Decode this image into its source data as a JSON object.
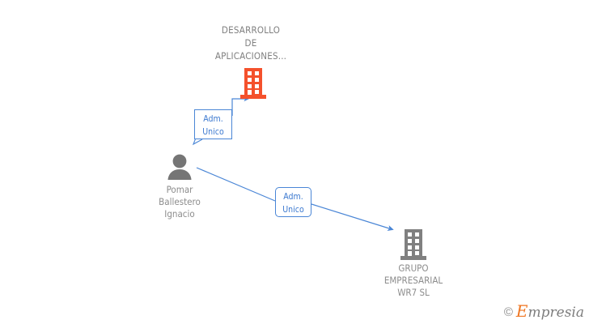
{
  "diagram": {
    "type": "corporate-relationship-graph",
    "background_color": "#ffffff",
    "nodes": {
      "top_company": {
        "label_lines": [
          "DESARROLLO",
          "DE",
          "APLICACIONES..."
        ],
        "icon": "building-icon",
        "icon_color": "#f4512c",
        "text_color": "#808080"
      },
      "person": {
        "label_lines": [
          "Pomar",
          "Ballestero",
          "Ignacio"
        ],
        "icon": "person-icon",
        "icon_color": "#757575",
        "text_color": "#8c8c8c"
      },
      "bottom_company": {
        "label_lines": [
          "GRUPO",
          "EMPRESARIAL",
          "WR7  SL"
        ],
        "icon": "building-icon",
        "icon_color": "#808080",
        "text_color": "#8c8c8c"
      }
    },
    "relations": [
      {
        "id": "relation-person-to-top-company",
        "label_lines": [
          "Adm.",
          "Unico"
        ],
        "color": "#4a86d6",
        "shape": "callout"
      },
      {
        "id": "relation-person-to-bottom-company",
        "label_lines": [
          "Adm.",
          "Unico"
        ],
        "color": "#4a86d6",
        "shape": "rounded-rect"
      }
    ],
    "connector_color": "#4a86d6"
  },
  "watermark": {
    "copyright": "©",
    "brand_capital": "E",
    "brand_rest": "mpresia",
    "accent_color": "#ef7622"
  }
}
